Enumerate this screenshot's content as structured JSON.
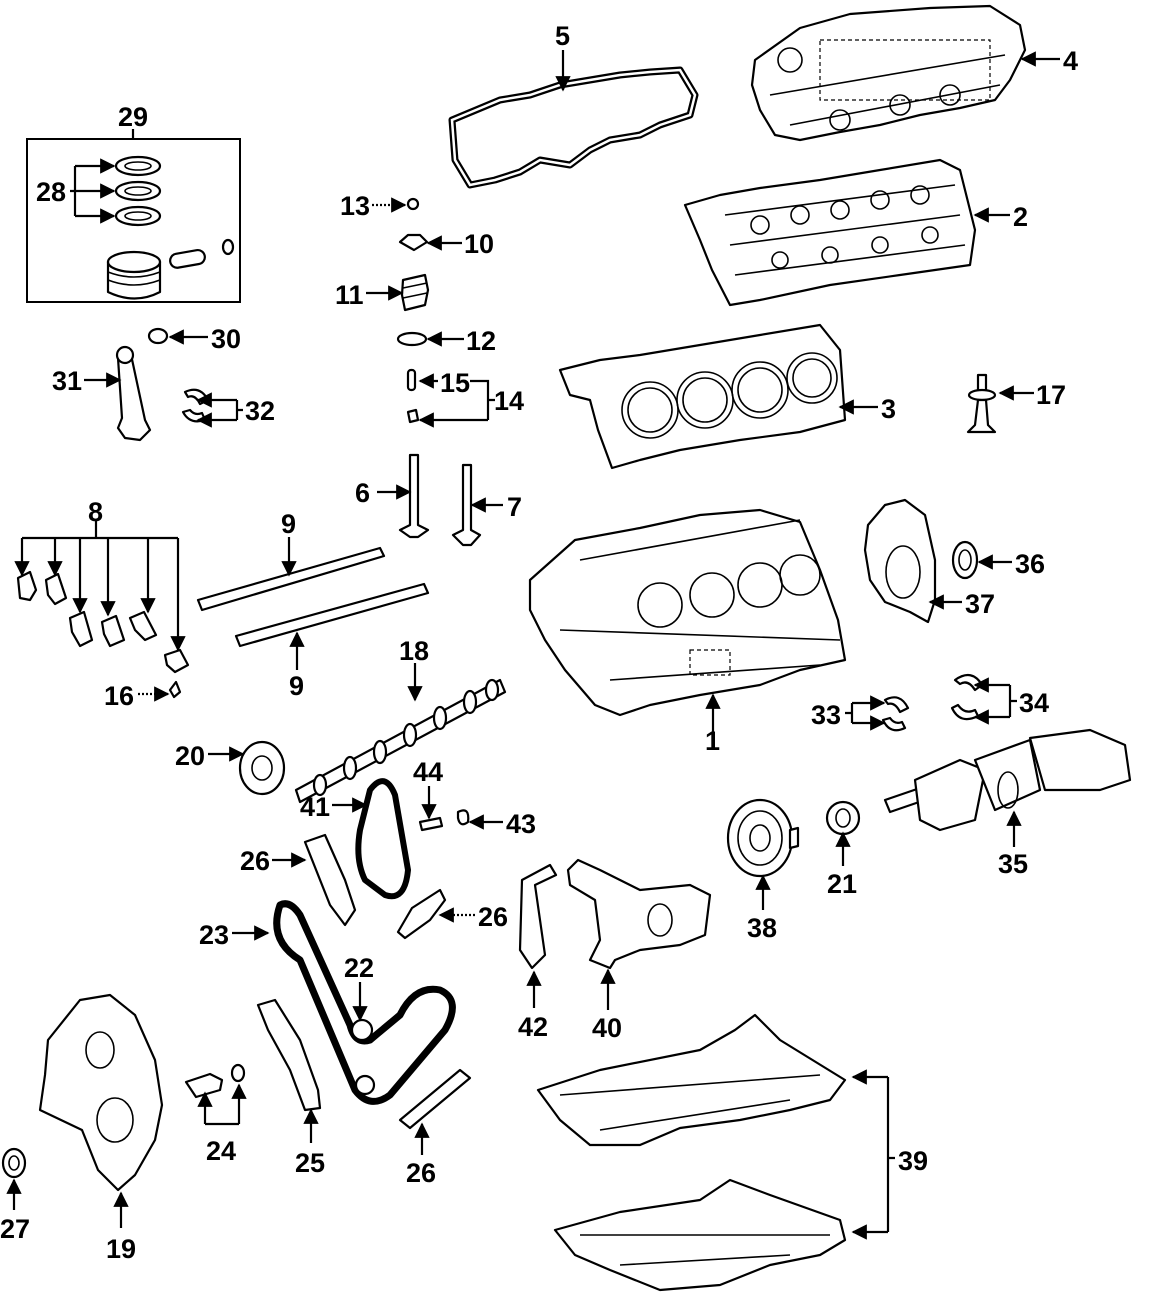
{
  "callouts": {
    "c1": "1",
    "c2": "2",
    "c3": "3",
    "c4": "4",
    "c5": "5",
    "c6": "6",
    "c7": "7",
    "c8": "8",
    "c9a": "9",
    "c9b": "9",
    "c10": "10",
    "c11": "11",
    "c12": "12",
    "c13": "13",
    "c14": "14",
    "c15": "15",
    "c16": "16",
    "c17": "17",
    "c18": "18",
    "c19": "19",
    "c20": "20",
    "c21": "21",
    "c22": "22",
    "c23": "23",
    "c24": "24",
    "c25": "25",
    "c26a": "26",
    "c26b": "26",
    "c26c": "26",
    "c27": "27",
    "c28": "28",
    "c29": "29",
    "c30": "30",
    "c31": "31",
    "c32": "32",
    "c33": "33",
    "c34": "34",
    "c35": "35",
    "c36": "36",
    "c37": "37",
    "c38": "38",
    "c39": "39",
    "c40": "40",
    "c41": "41",
    "c42": "42",
    "c43": "43",
    "c44": "44"
  }
}
